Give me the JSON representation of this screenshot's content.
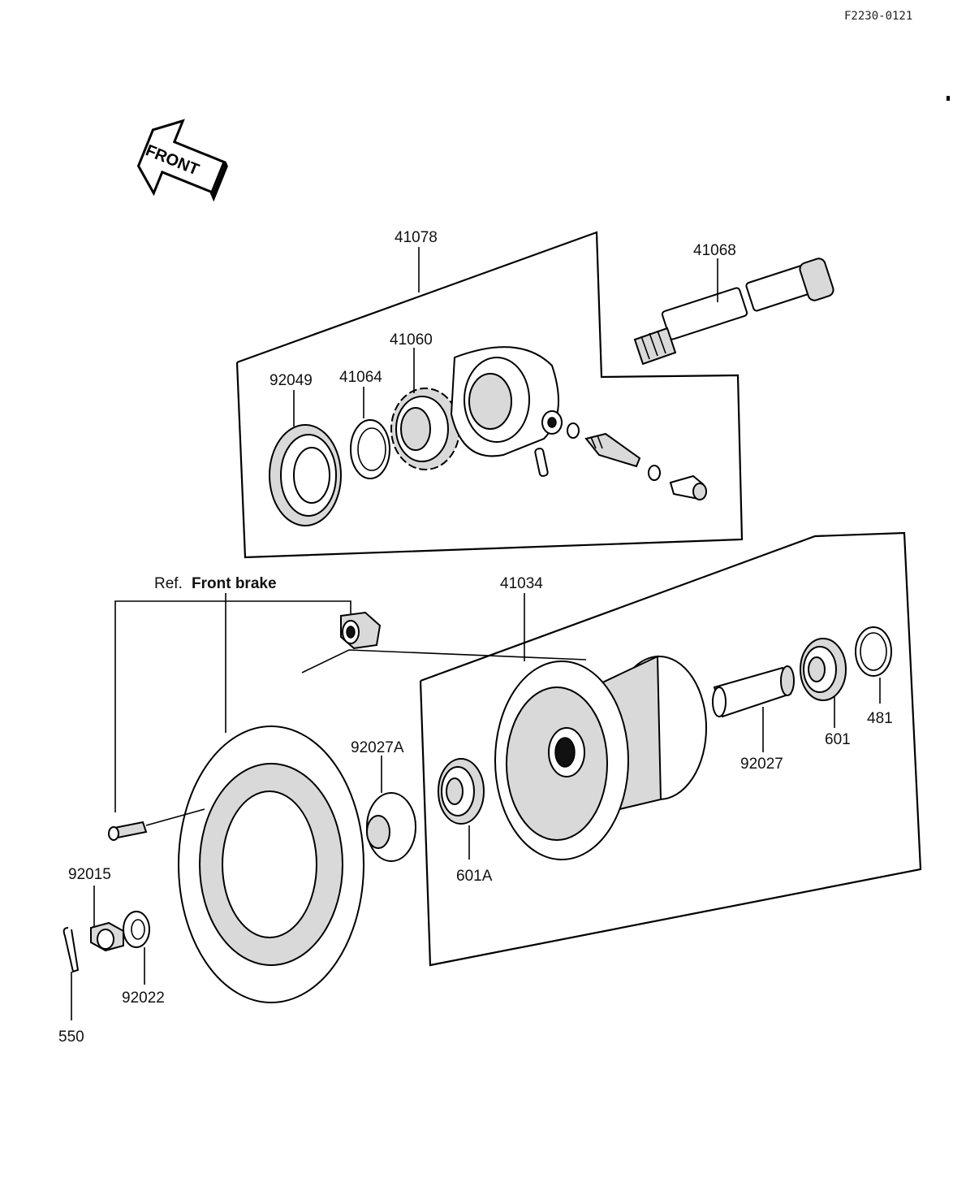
{
  "figure_id": "F2230-0121",
  "direction_label": "FRONT",
  "reference": {
    "prefix": "Ref.",
    "name": "Front brake"
  },
  "part_numbers": {
    "p41078": "41078",
    "p41068": "41068",
    "p41060": "41060",
    "p92049": "92049",
    "p41064": "41064",
    "p41034": "41034",
    "p92027A": "92027A",
    "p92027": "92027",
    "p601": "601",
    "p481": "481",
    "p601A": "601A",
    "p92015": "92015",
    "p92022": "92022",
    "p550": "550"
  }
}
